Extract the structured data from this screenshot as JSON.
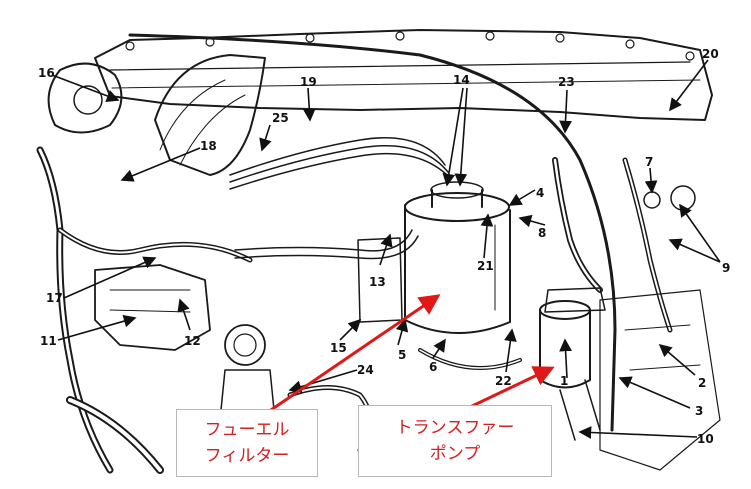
{
  "part_numbers": [
    "1",
    "2",
    "3",
    "4",
    "5",
    "6",
    "7",
    "8",
    "9",
    "10",
    "11",
    "12",
    "13",
    "14",
    "15",
    "16",
    "17",
    "18",
    "19",
    "20",
    "21",
    "22",
    "23",
    "24",
    "25"
  ],
  "callouts": {
    "fuel_filter": [
      "フューエル",
      "フィルター"
    ],
    "transfer_pump": [
      "トランスファー",
      "ポンプ"
    ]
  },
  "colors": {
    "callout_text": "#d42020",
    "arrow": "#e01818",
    "line_art": "#1a1a1a"
  }
}
